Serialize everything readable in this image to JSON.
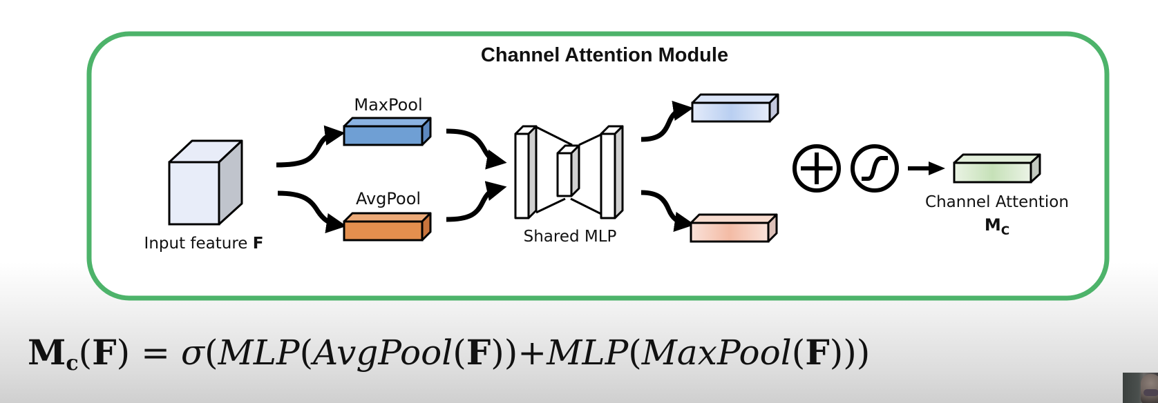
{
  "diagram": {
    "title": "Channel Attention Module",
    "frame_color": "#4db36a",
    "input": {
      "label": "Input feature ",
      "label_bold": "F"
    },
    "pools": [
      {
        "name": "MaxPool",
        "label": "MaxPool",
        "color": "#6f9fd4"
      },
      {
        "name": "AvgPool",
        "label": "AvgPool",
        "color": "#e48f4e"
      }
    ],
    "mlp": {
      "label": "Shared MLP"
    },
    "outputs": [
      {
        "name": "maxpool-mlp-output",
        "color": "#c9d9f3"
      },
      {
        "name": "avgpool-mlp-output",
        "color": "#f6cdbd"
      }
    ],
    "operators": [
      {
        "name": "element-wise-sum",
        "icon": "circled-plus-icon"
      },
      {
        "name": "sigmoid",
        "icon": "sigmoid-icon"
      }
    ],
    "result": {
      "label": "Channel Attention",
      "symbol": "M",
      "symbol_sub": "C",
      "color": "#d4e8c8"
    }
  },
  "formula": {
    "lhs_symbol": "M",
    "lhs_sub": "c",
    "lhs_arg_open": "(",
    "lhs_arg": "F",
    "lhs_arg_close": ")",
    "equals": " = ",
    "sigma": "σ",
    "open": "(",
    "mlp1": "MLP",
    "open2": "(",
    "avg": "AvgPool",
    "open3": "(",
    "F1": "F",
    "close1": "))",
    "plus": "+",
    "mlp2": "MLP",
    "open4": "(",
    "max": "MaxPool",
    "open5": "(",
    "F2": "F",
    "close2": ")))"
  }
}
